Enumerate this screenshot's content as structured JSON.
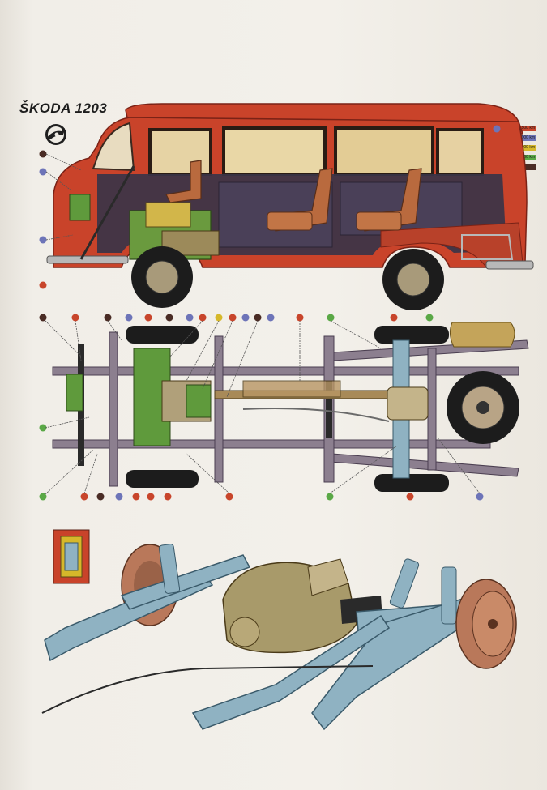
{
  "title": "ŠKODA 1203",
  "legend": [
    {
      "label": "2.500 km",
      "color": "#c8452b"
    },
    {
      "label": "5.000 km",
      "color": "#6d74b8"
    },
    {
      "label": "10.000 km",
      "color": "#d6b82a"
    },
    {
      "label": "20.000 km",
      "color": "#5aa846"
    },
    {
      "label": "",
      "color": "#4a2c25"
    }
  ],
  "colors": {
    "body_red": "#c9432a",
    "frame_purple": "#8c7f8f",
    "engine_green": "#5f9a3c",
    "axle_blue": "#8fb2c2",
    "seat_tan": "#b96a3e",
    "interior_dark": "#3a3448"
  },
  "icons": [
    "skoda-logo-icon"
  ]
}
